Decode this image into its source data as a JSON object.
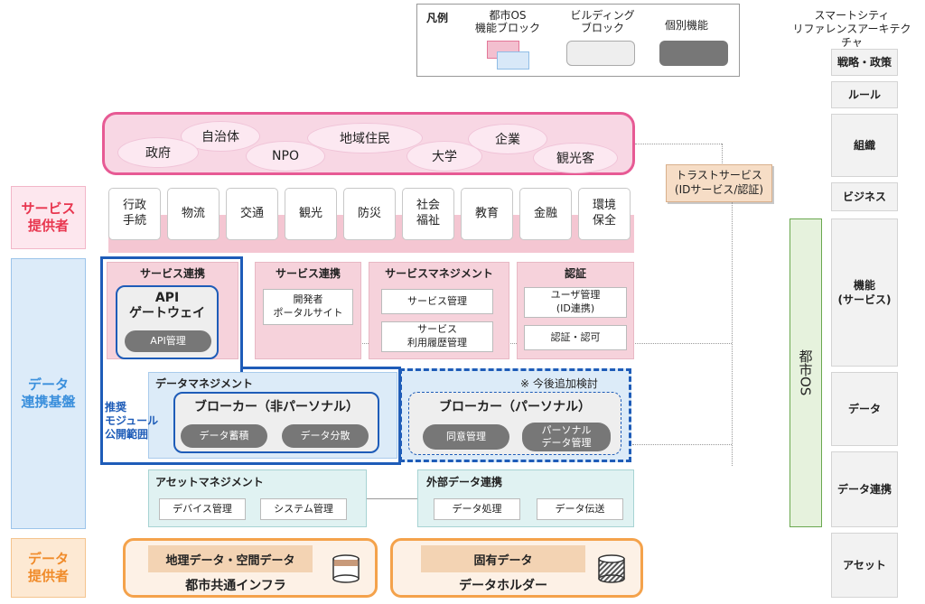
{
  "legend": {
    "title": "凡例",
    "os_block": "都市OS\n機能ブロック",
    "building_block": "ビルディング\nブロック",
    "individual": "個別機能"
  },
  "reference": {
    "title": "スマートシティ\nリファレンスアーキテクチャ",
    "items": [
      "戦略・政策",
      "ルール",
      "組織",
      "ビジネス",
      "機能\n(サービス)",
      "データ",
      "データ連携",
      "アセット"
    ],
    "os_label": "都市OS"
  },
  "roles": {
    "service_provider": "サービス\n提供者",
    "data_platform": "データ\n連携基盤",
    "data_provider": "データ\n提供者"
  },
  "entities": [
    "自治体",
    "政府",
    "NPO",
    "地域住民",
    "大学",
    "企業",
    "観光客"
  ],
  "services": [
    "行政\n手続",
    "物流",
    "交通",
    "観光",
    "防災",
    "社会\n福祉",
    "教育",
    "金融",
    "環境\n保全"
  ],
  "trust": "トラストサービス\n(IDサービス/認証)",
  "blocks": {
    "service_link1": {
      "title": "サービス連携",
      "gateway": "API\nゲートウェイ",
      "api_mgmt": "API管理"
    },
    "service_link2": {
      "title": "サービス連携",
      "portal": "開発者\nポータルサイト"
    },
    "service_mgmt": {
      "title": "サービスマネジメント",
      "items": [
        "サービス管理",
        "サービス\n利用履歴管理"
      ]
    },
    "auth": {
      "title": "認証",
      "items": [
        "ユーザ管理\n(ID連携)",
        "認証・認可"
      ]
    },
    "data_mgmt": {
      "title": "データマネジメント",
      "broker": "ブローカー（非パーソナル）",
      "items": [
        "データ蓄積",
        "データ分散"
      ]
    },
    "future": {
      "note": "※ 今後追加検討",
      "broker": "ブローカー（パーソナル）",
      "items": [
        "同意管理",
        "パーソナル\nデータ管理"
      ]
    },
    "recommended": "推奨\nモジュール\n公開範囲",
    "asset_mgmt": {
      "title": "アセットマネジメント",
      "items": [
        "デバイス管理",
        "システム管理"
      ]
    },
    "external": {
      "title": "外部データ連携",
      "items": [
        "データ処理",
        "データ伝送"
      ]
    }
  },
  "providers": {
    "infra": {
      "label": "地理データ・空間データ",
      "name": "都市共通インフラ"
    },
    "holder": {
      "label": "固有データ",
      "name": "データホルダー"
    }
  },
  "colors": {
    "pink": "#e75a94",
    "blue": "#1e5cb8",
    "orange": "#f4a24b",
    "green": "#6aa84f",
    "red": "#e8364f",
    "lightblue": "#3a8fdc"
  }
}
